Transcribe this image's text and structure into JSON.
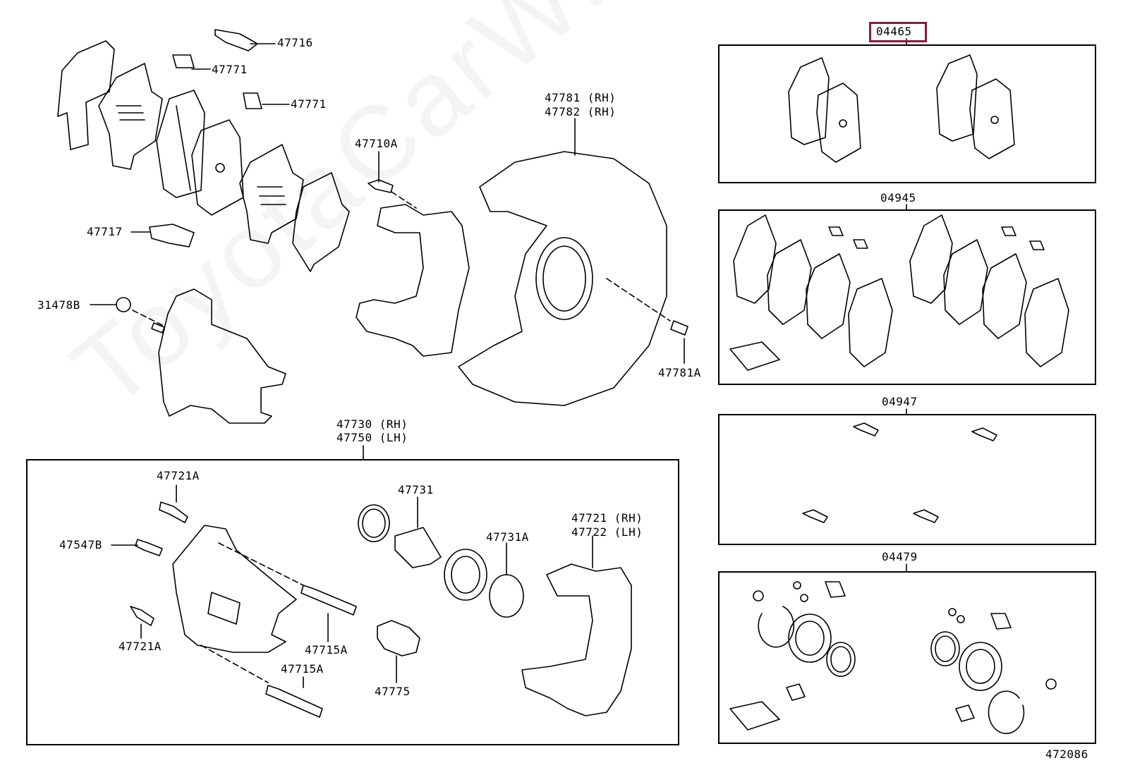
{
  "watermark": "ToyotaCarWine.ru",
  "highlight_color": "#8b1a3a",
  "diagram_id": "472086",
  "labels": {
    "p47716": "47716",
    "p47771a": "47771",
    "p47771b": "47771",
    "p47717": "47717",
    "p31478b": "31478B",
    "p47710a": "47710A",
    "p47781rh": "47781 (RH)",
    "p47782rh": "47782 (RH)",
    "p47781a": "47781A",
    "p47730": "47730 (RH)",
    "p47750": "47750 (LH)",
    "p47721a_top": "47721A",
    "p47547b": "47547B",
    "p47721a_bot": "47721A",
    "p47715a_1": "47715A",
    "p47715a_2": "47715A",
    "p47731": "47731",
    "p47731a": "47731A",
    "p47775": "47775",
    "p47721rh": "47721 (RH)",
    "p47722lh": "47722 (LH)"
  },
  "kits": {
    "k04465": "04465",
    "k04945": "04945",
    "k04947": "04947",
    "k04479": "04479"
  }
}
